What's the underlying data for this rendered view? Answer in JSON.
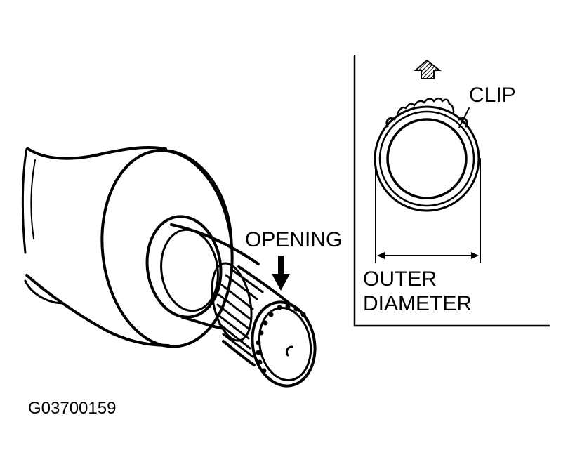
{
  "labels": {
    "opening": "OPENING",
    "clip": "CLIP",
    "outer_diameter_line1": "OUTER",
    "outer_diameter_line2": "DIAMETER",
    "figure_code": "G03700159"
  },
  "icons": {
    "direction_arrow": "up-arrow-icon"
  },
  "colors": {
    "ink": "#000000",
    "paper": "#ffffff"
  }
}
